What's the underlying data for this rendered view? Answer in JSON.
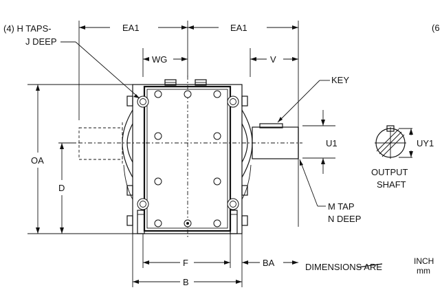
{
  "labels": {
    "h_taps_line1": "(4) H TAPS-",
    "h_taps_line2": "J DEEP",
    "ea1_left": "EA1",
    "ea1_right": "EA1",
    "corner_fragment": "(6",
    "wg": "WG",
    "v": "V",
    "key": "KEY",
    "oa": "OA",
    "d": "D",
    "u1": "U1",
    "uy1": "UY1",
    "output_line1": "OUTPUT",
    "output_line2": "SHAFT",
    "m_tap": "M TAP",
    "n_deep": "N DEEP",
    "f": "F",
    "ba": "BA",
    "b": "B",
    "dimensions_are": "DIMENSIONS ARE",
    "unit_inch": "INCH",
    "unit_mm": "mm"
  }
}
